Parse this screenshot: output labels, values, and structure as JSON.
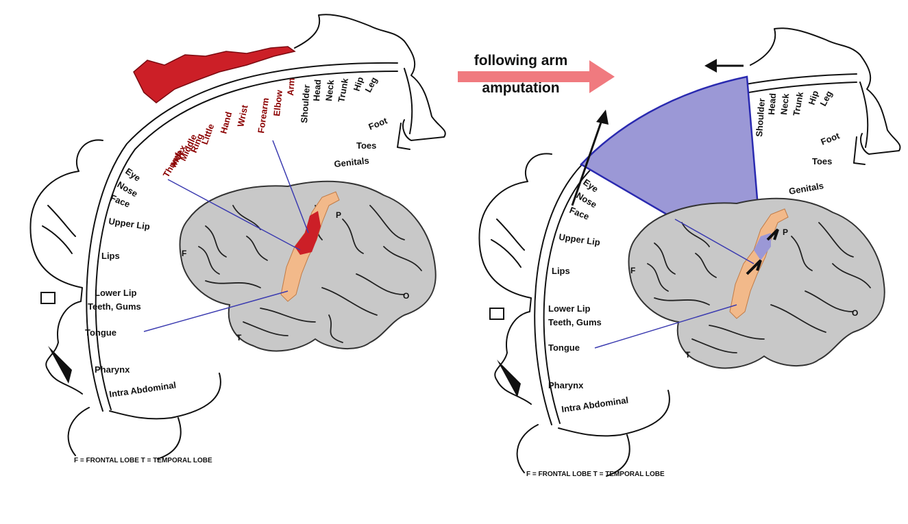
{
  "caption": {
    "line1": "following arm",
    "line2": "amputation"
  },
  "colors": {
    "arm_representation": "#cc1f27",
    "reorganized_region": "#9b98d6",
    "cortex_strip": "#f2b98a",
    "brain_fill": "#c8c8c8",
    "arrow": "#f07a7f",
    "connector": "#3b3bb0"
  },
  "left_panel": {
    "face_labels": [
      "Eye",
      "Nose",
      "Face",
      "Upper Lip",
      "Lips",
      "Lower Lip",
      "Teeth, Gums",
      "Tongue",
      "Pharynx",
      "Intra Abdominal"
    ],
    "hand_labels": [
      "Thumb",
      "Index",
      "Middle",
      "Ring",
      "Little",
      "Hand",
      "Wrist",
      "Forearm",
      "Elbow",
      "Arm"
    ],
    "body_labels": [
      "Shoulder",
      "Head",
      "Neck",
      "Trunk",
      "Hip",
      "Leg",
      "Foot",
      "Toes",
      "Genitals"
    ],
    "lobe_labels": {
      "frontal": "F",
      "temporal": "T",
      "occipital": "O",
      "parietal": "P"
    },
    "legend": "F = FRONTAL LOBE   T = TEMPORAL LOBE"
  },
  "right_panel": {
    "face_labels": [
      "Eye",
      "Nose",
      "Face",
      "Upper Lip",
      "Lips",
      "Lower Lip",
      "Teeth, Gums",
      "Tongue",
      "Pharynx",
      "Intra Abdominal"
    ],
    "body_labels": [
      "Shoulder",
      "Head",
      "Neck",
      "Trunk",
      "Hip",
      "Leg",
      "Foot",
      "Toes",
      "Genitals"
    ],
    "lobe_labels": {
      "frontal": "F",
      "temporal": "T",
      "occipital": "O",
      "parietal": "P"
    },
    "legend": "F = FRONTAL LOBE   T = TEMPORAL LOBE"
  }
}
